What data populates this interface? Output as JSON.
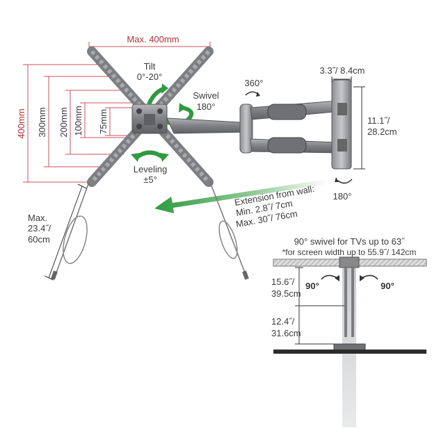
{
  "mount": {
    "max_vesa": "Max. 400mm",
    "vertical_sizes": [
      "400mm",
      "300mm",
      "200mm",
      "100mm",
      "75mm"
    ],
    "tilt": {
      "title": "Tilt",
      "range": "0°-20°"
    },
    "swivel": {
      "title": "Swivel",
      "range": "180°"
    },
    "leveling": {
      "title": "Leveling",
      "range": "±5°"
    },
    "rotation_360": "360°",
    "rotation_180": "180°",
    "cable_length": [
      "Max.",
      "23.4˝/",
      "60cm"
    ]
  },
  "wall_plate": {
    "width": "3.3˝/ 8.4cm",
    "height": [
      "11.1˝/",
      "28.2cm"
    ]
  },
  "extension": {
    "title": "Extension from wall:",
    "min": "Min. 2.8˝/ 7cm",
    "max": "Max. 30˝/ 76cm"
  },
  "ceiling_view": {
    "title": "90° swivel for TVs up to 63˝",
    "subtitle": "*for screen width up to 55.9˝/ 142cm",
    "left_angle": "90°",
    "right_angle": "90°",
    "offset_1": [
      "15.6˝/",
      "39.5cm"
    ],
    "offset_2": [
      "12.4˝/",
      "31.6cm"
    ]
  },
  "colors": {
    "dimension_red": "#c9505a",
    "arrow_green": "#2f9a3f",
    "metal_gray": "#8a8c8f"
  }
}
